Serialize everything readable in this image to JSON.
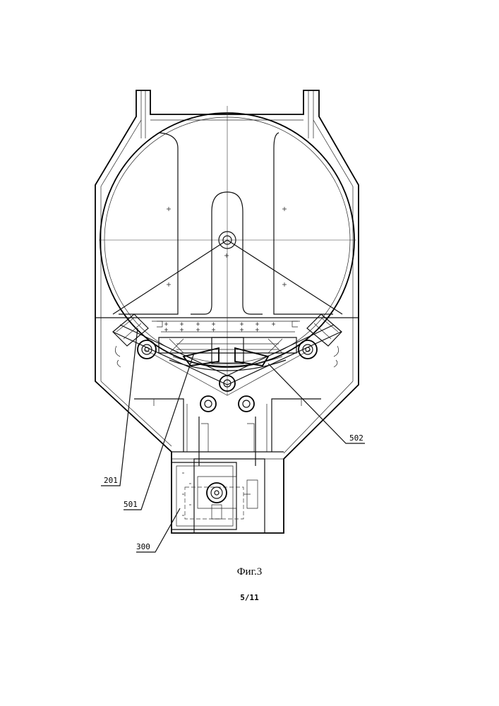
{
  "figure": {
    "caption": "Фиг.3",
    "page_number": "5/11",
    "reference_labels": [
      "201",
      "501",
      "502",
      "300"
    ]
  }
}
